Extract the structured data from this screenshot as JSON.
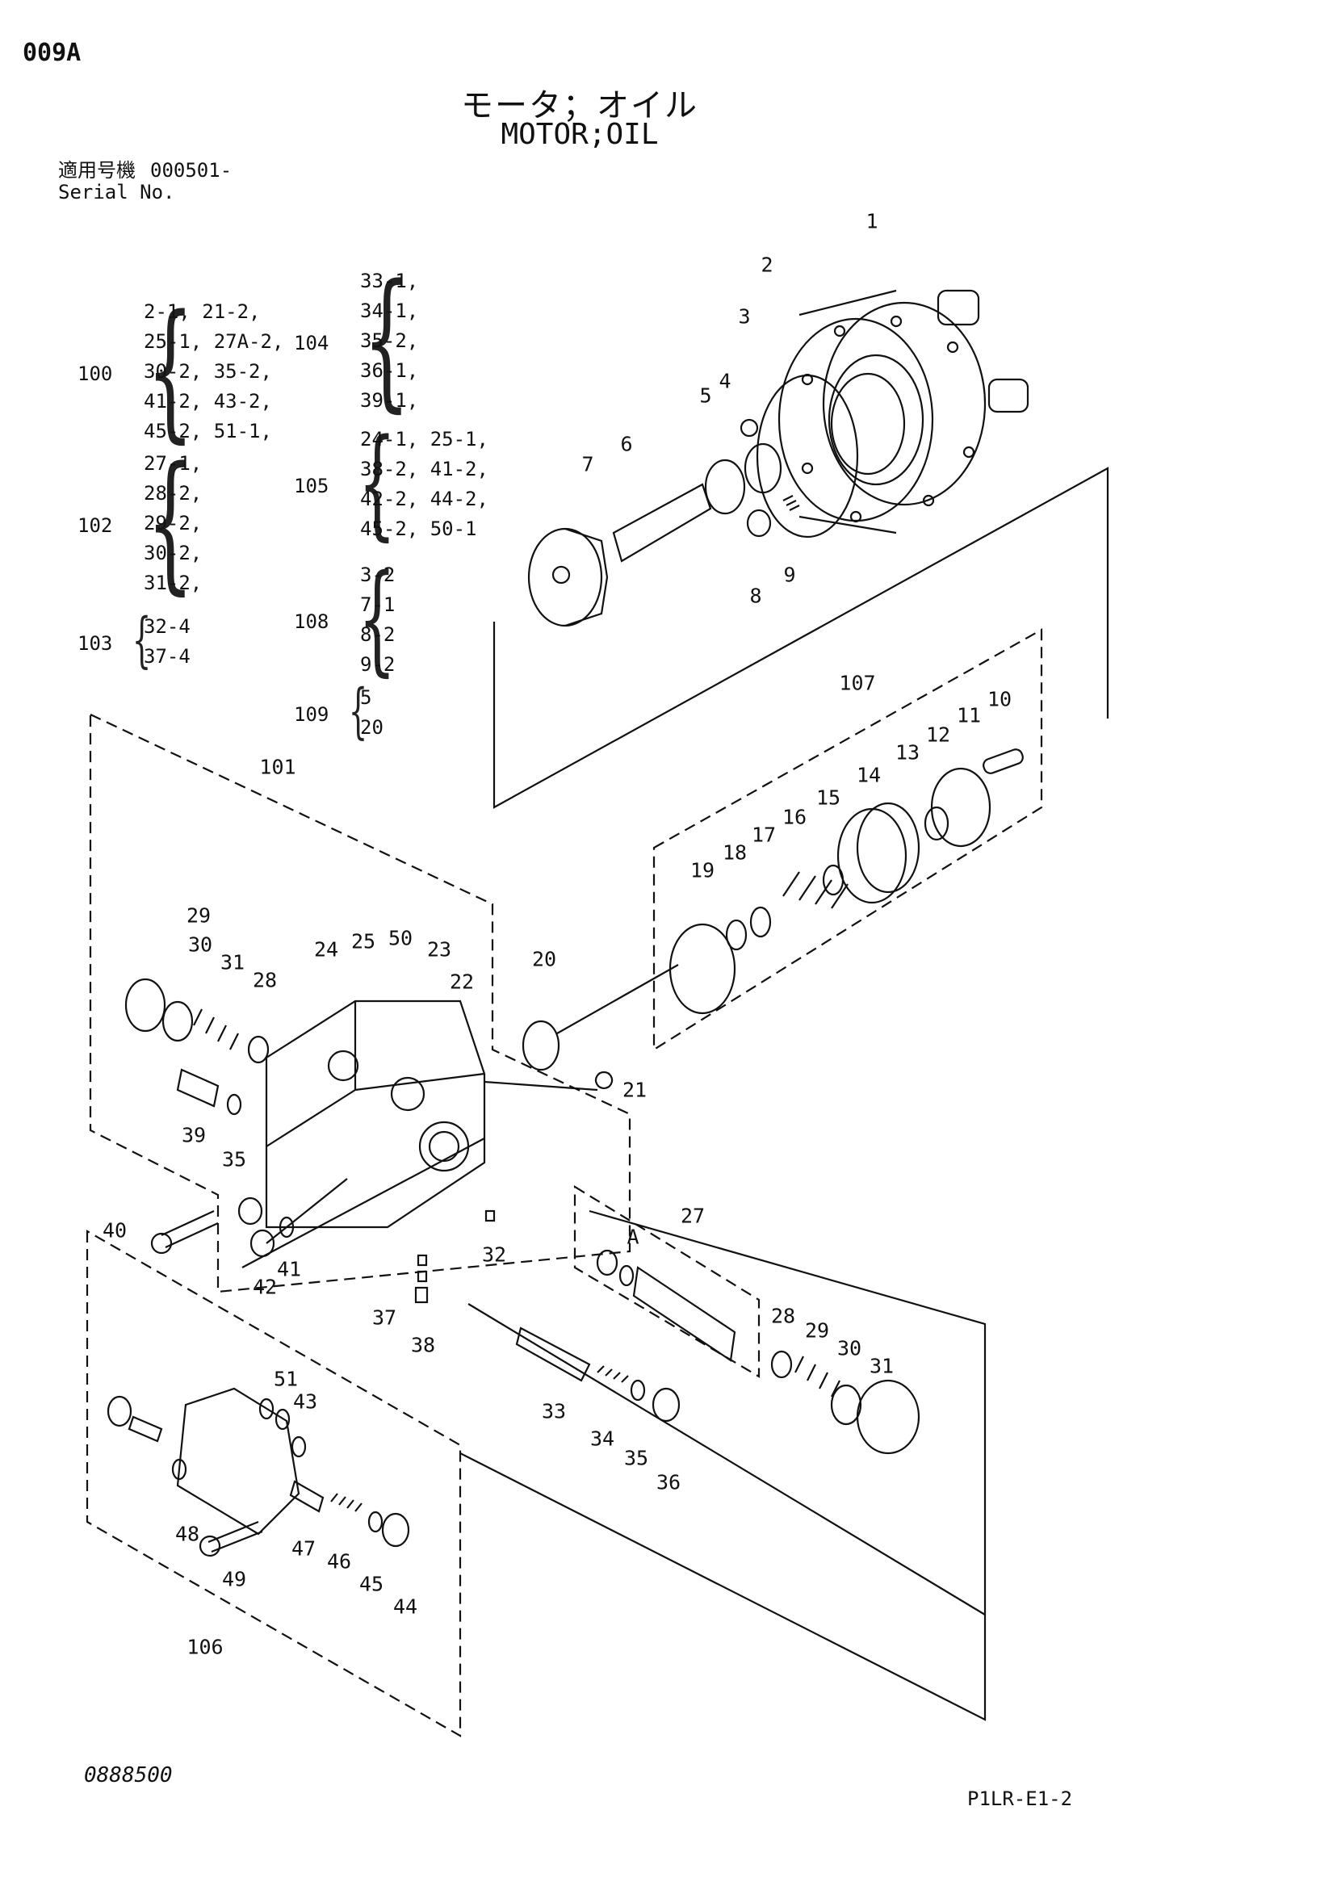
{
  "header": {
    "page_code": "009A",
    "title_jp": "モータ；オイル",
    "title_en": "MOTOR;OIL",
    "serial_label_jp": "適用号機",
    "serial_value": "000501-",
    "serial_label_en": "Serial No."
  },
  "kit_groups": [
    {
      "number": "100",
      "items": [
        "2-1, 21-2,",
        "25-1, 27A-2,",
        "30-2, 35-2,",
        "41-2, 43-2,",
        "45-2, 51-1,"
      ]
    },
    {
      "number": "102",
      "items": [
        "27-1,",
        "28-2,",
        "29-2,",
        "30-2,",
        "31-2,"
      ]
    },
    {
      "number": "103",
      "items": [
        "32-4",
        "37-4"
      ]
    },
    {
      "number": "104",
      "items": [
        "33-1,",
        "34-1,",
        "35-2,",
        "36-1,",
        "39-1,"
      ]
    },
    {
      "number": "105",
      "items": [
        "24-1, 25-1,",
        "38-2, 41-2,",
        "42-2, 44-2,",
        "45-2, 50-1"
      ]
    },
    {
      "number": "108",
      "items": [
        "3-2",
        "7-1",
        "8-2",
        "9-2"
      ]
    },
    {
      "number": "109",
      "items": [
        "5",
        "20"
      ]
    }
  ],
  "callouts": [
    "1",
    "2",
    "3",
    "4",
    "5",
    "6",
    "7",
    "8",
    "9",
    "10",
    "11",
    "12",
    "13",
    "14",
    "15",
    "16",
    "17",
    "18",
    "19",
    "20",
    "21",
    "22",
    "23",
    "24",
    "25",
    "50",
    "29",
    "30",
    "31",
    "28",
    "39",
    "35",
    "40",
    "42",
    "41",
    "37",
    "38",
    "32",
    "27",
    "A",
    "28",
    "29",
    "30",
    "31",
    "33",
    "34",
    "35",
    "36",
    "51",
    "43",
    "48",
    "47",
    "46",
    "45",
    "44",
    "49",
    "106",
    "101",
    "107"
  ],
  "footer": {
    "drawing_number": "0888500",
    "page_ref": "P1LR-E1-2"
  }
}
